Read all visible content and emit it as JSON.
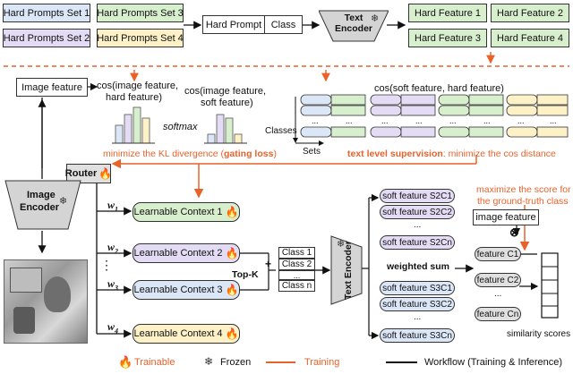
{
  "colors": {
    "blue": "#dbe7f7",
    "purple": "#e3dcf4",
    "green": "#d8efcd",
    "yellow": "#fdf1c7",
    "gray": "#e6e6e6",
    "orange": "#e8622a",
    "red_bar": "#e8863e"
  },
  "top": {
    "hard_prompt_sets": [
      "Hard Prompts Set 1",
      "Hard Prompts Set 2",
      "Hard Prompts Set 3",
      "Hard Prompts  Set 4"
    ],
    "hard_prompt": "Hard Prompt",
    "class": "Class",
    "text_encoder": "Text Encoder",
    "hard_features": [
      "Hard Feature 1",
      "Hard Feature 2",
      "Hard Feature 3",
      "Hard Feature 4"
    ]
  },
  "middle": {
    "image_feature": "Image feature",
    "cos_image_hard_1": "cos(image feature,",
    "cos_image_hard_2": "hard feature)",
    "cos_image_soft_1": "cos(image feature,",
    "cos_image_soft_2": "soft feature)",
    "softmax": "softmax",
    "cos_soft_hard": "cos(soft feature, hard feature)",
    "classes_label": "Classes",
    "sets_label": "Sets",
    "minimize_kl_1": "minimize the KL divergence (",
    "gating_loss": "gating loss",
    "minimize_kl_2": ")",
    "text_level_sup": "text level supervision",
    "text_level_rest": ": minimize the cos distance",
    "maximize_1": "maximize the score for",
    "maximize_2": "the ground-truth class"
  },
  "bottom": {
    "router": "Router",
    "image_encoder_1": "Image",
    "image_encoder_2": "Encoder",
    "weights": [
      "w",
      "w",
      "w",
      "w"
    ],
    "weight_subs": [
      "1",
      "2",
      "3",
      "4"
    ],
    "contexts": [
      "Learnable Context 1",
      "Learnable Context 2",
      "Learnable Context 3",
      "Learnable Context 4"
    ],
    "top_k": "Top-K",
    "plus": "+",
    "class_list": [
      "Class 1",
      "Class 2",
      "...",
      "Class n"
    ],
    "text_encoder": "Text Encoder",
    "weighted_sum": "weighted sum",
    "soft_features_a": [
      "soft feature S2C1",
      "soft feature S2C2",
      "...",
      "soft feature S2Cn"
    ],
    "soft_features_b": [
      "soft feature S3C1",
      "soft feature S3C2",
      "...",
      "soft feature S3Cn"
    ],
    "image_feature": "image feature",
    "otimes": "⊗",
    "features": [
      "feature C1",
      "feature C2",
      "...",
      "feature Cn"
    ],
    "similarity_scores": "similarity scores",
    "vdots": "⋮"
  },
  "legend": {
    "trainable": "Trainable",
    "frozen": "Frozen",
    "training": "Training",
    "workflow": "Workflow (Training & Inference)"
  }
}
